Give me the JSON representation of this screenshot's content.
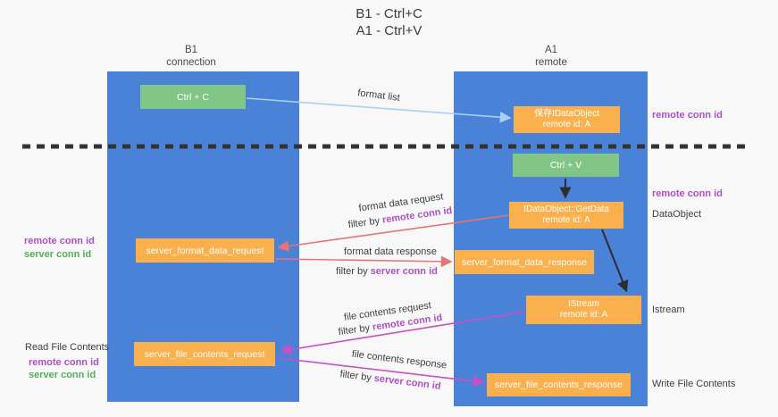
{
  "title": {
    "line1": "B1 - Ctrl+C",
    "line2": "A1 - Ctrl+V"
  },
  "lifelines": {
    "left": {
      "name": "B1",
      "role": "connection"
    },
    "right": {
      "name": "A1",
      "role": "remote"
    }
  },
  "boxes": {
    "ctrl_c": "Ctrl + C",
    "ctrl_v": "Ctrl + V",
    "save_dataobject": {
      "line1": "保存IDataObject",
      "line2": "remote id: A"
    },
    "getdata": {
      "line1": "IDataObject::GetData",
      "line2": "remote id: A"
    },
    "istream": {
      "line1": "IStream",
      "line2": "remote id: A"
    },
    "server_format_data_request": "server_format_data_request",
    "server_format_data_response": "server_format_data_response",
    "server_file_contents_request": "server_file_contents_request",
    "server_file_contents_response": "server_file_contents_response"
  },
  "arrows": {
    "format_list": "format list",
    "format_data_request": "format data request",
    "format_data_response": "format data response",
    "file_contents_request": "file contents request",
    "file_contents_response": "file contents response",
    "filter_by": "filter by ",
    "remote_conn_id": "remote conn id",
    "server_conn_id": "server conn id"
  },
  "annotations": {
    "right_remote_conn_id_top": "remote conn id",
    "right_remote_conn_id_mid": "remote conn id",
    "dataobject": "DataObject",
    "istream": "Istream",
    "write_file_contents": "Write File Contents",
    "left_remote_conn_id_top": "remote conn id",
    "left_server_conn_id_top": "server conn id",
    "read_file_contents": "Read File Contents",
    "left_remote_conn_id_bottom": "remote conn id",
    "left_server_conn_id_bottom": "server conn id"
  },
  "colors": {
    "lifeline_blue": "#4a82d8",
    "box_orange": "#fab04d",
    "box_green": "#82c687",
    "arrow_light_blue": "#a8d2f0",
    "arrow_red": "#e87373",
    "arrow_magenta": "#cb4fc4",
    "arrow_black": "#2d2d2d",
    "text_purple": "#ab50c6",
    "text_green": "#53ae57",
    "background": "#f8f8f8"
  }
}
